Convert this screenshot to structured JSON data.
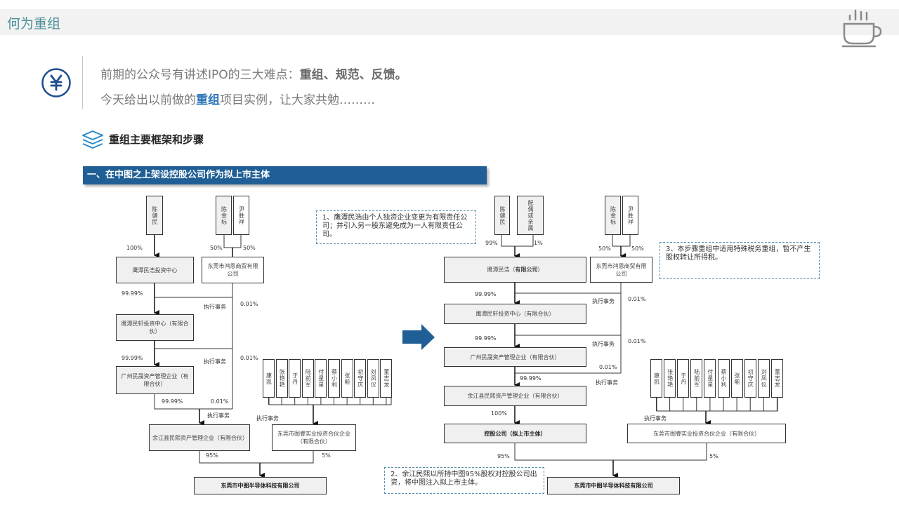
{
  "header": {
    "title": "何为重组",
    "icon": "coffee-cup-icon"
  },
  "intro": {
    "icon": "yen-circle-icon",
    "line1_prefix": "前期的公众号有讲述IPO的三大难点：",
    "line1_emphasis": "重组、规范、反馈。",
    "line2_prefix": "今天给出以前做的",
    "line2_emphasis": "重组",
    "line2_suffix": "项目实例，让大家共勉………"
  },
  "section": {
    "icon": "layers-icon",
    "title": "重组主要框架和步骤"
  },
  "banner": {
    "title": "一、在中图之上架设控股公司作为拟上市主体"
  },
  "transition_arrow": "right-arrow-icon",
  "before": {
    "persons_top": [
      "陈健民",
      "陈金标",
      "尹胜祥"
    ],
    "entities": {
      "lianyuan_center": "鹰潭民浩投资中心",
      "hongen": "东莞市鸿恩商贸有限公司",
      "minxuan": "鹰潭民轩投资中心（有限合伙）",
      "minsheng": "广州民晟资产管理企业（有限合伙）",
      "minxi": "余江县民熙资产管理企业（有限合伙）",
      "tuyu": "东莞市图睿实业投资合伙企业（有限合伙）",
      "zhongtu": "东莞市中图半导体科技有限公司"
    },
    "partners": [
      "康凯",
      "张艳艳",
      "于丹",
      "陆前军",
      "付星星",
      "蔡小利",
      "张能",
      "初守庆",
      "刘凤仪",
      "董志龙"
    ],
    "labels": {
      "p100": "100%",
      "p50a": "50%",
      "p50b": "50%",
      "p9999a": "99.99%",
      "p001a": "0.01%",
      "exec1": "执行事务",
      "p9999b": "99.99%",
      "p001b": "0.01%",
      "exec2": "执行事务",
      "p9999c": "99.99%",
      "p001c": "0.01%",
      "exec3": "执行事务",
      "exec4": "执行事务",
      "p95": "95%",
      "p5": "5%"
    }
  },
  "after": {
    "persons_top": [
      "陈健民",
      "配偶或亲属",
      "陈金标",
      "尹胜祥"
    ],
    "entities": {
      "minhao_llc_prefix": "鹰潭民浩（",
      "minhao_llc_bold": "有限公司",
      "minhao_llc_suffix": "）",
      "hongen": "东莞市鸿恩商贸有限公司",
      "minxuan": "鹰潭民轩投资中心（有限合伙）",
      "minsheng": "广州民晟资产管理企业（有限合伙）",
      "minxi": "余江县民熙资产管理企业（有限合伙）",
      "holding": "控股公司（拟上市主体）",
      "tuyu": "东莞市图睿实业投资合伙企业（有限合伙）",
      "zhongtu": "东莞市中图半导体科技有限公司"
    },
    "partners": [
      "康凯",
      "张艳艳",
      "于丹",
      "陆前军",
      "付星星",
      "蔡小利",
      "张能",
      "初守庆",
      "刘凤仪",
      "董志龙"
    ],
    "labels": {
      "p99": "99%",
      "p1": "1%",
      "p50a": "50%",
      "p50b": "50%",
      "p9999a": "99.99%",
      "p001a": "0.01%",
      "exec1": "执行事务",
      "p9999b": "99.99%",
      "p001b": "0.01%",
      "exec2": "执行事务",
      "p9999c": "99.99%",
      "p001c": "0.01%",
      "exec3": "执行事务",
      "p100": "100%",
      "exec4": "执行事务",
      "p95": "95%",
      "p5": "5%"
    }
  },
  "notes": [
    "1、鹰潭民浩由个人独资企业变更为有限责任公司；并引入另一股东避免成为一人有限责任公司。",
    "2、余江民熙以所持中图95%股权对控股公司出资，将中图注入拟上市主体。",
    "3、本步骤重组中适用特殊税务重组，暂不产生股权转让所得税。"
  ]
}
